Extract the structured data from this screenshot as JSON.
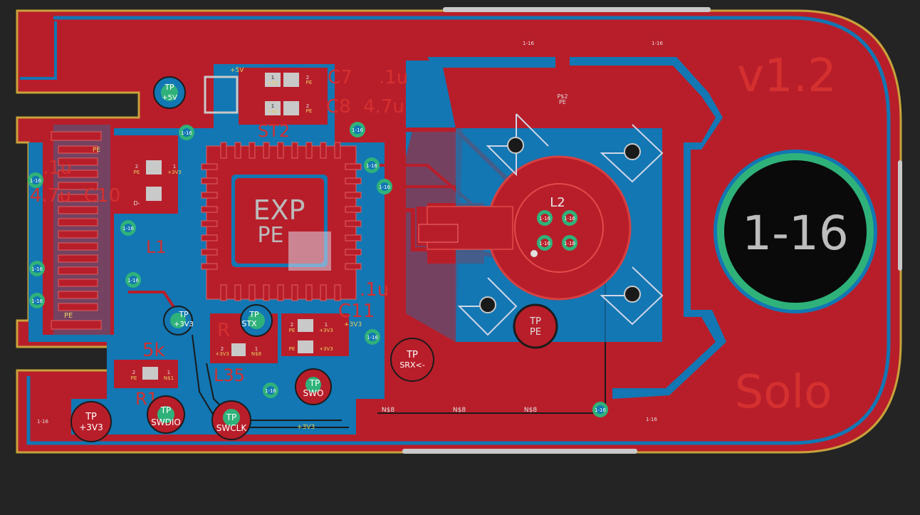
{
  "colors": {
    "background": "#242424",
    "board_outline": "#c7a33a",
    "top_copper": "#b81e2a",
    "bottom_copper": "#1277b3",
    "via_ring": "#2fb27a",
    "pad_silver": "#c9c9c9",
    "silk_red": "#d02020",
    "net_label": "#e8d060"
  },
  "board": {
    "version_label": "v1.2",
    "name_label": "Solo",
    "big_pad_net": "1-16",
    "chip_label": "EXP",
    "chip_pad_net": "PE",
    "inductor_label": "L2",
    "inductor_pad_label": "P$2",
    "inductor_pad_net": "PE",
    "connector_pad_net": "PE"
  },
  "silkscreen": {
    "c7": "C7",
    "c7_value": ".1u",
    "c8": "C8",
    "c8_value": "4.7u",
    "st2": "ST2",
    "c10": "C10",
    "c10_value_top": ".1u",
    "c10_value": "4.7u",
    "c11": "C11",
    "c11_value": ".1u",
    "r_label": "R",
    "five_k": "5k",
    "r1": "R1",
    "l35": "L35",
    "l1": "L1",
    "stx_label": "STX",
    "srx_label": "SRX<-"
  },
  "vias": [
    "1-16",
    "1-16",
    "1-16",
    "1-16",
    "1-16",
    "1-16",
    "1-16",
    "1-16",
    "1-16",
    "1-16",
    "1-16",
    "1-16",
    "1-16",
    "1-16",
    "1-16",
    "1-16",
    "1-16",
    "1-16",
    "1-16",
    "1-16"
  ],
  "test_points": [
    {
      "title": "TP",
      "net": "+5V"
    },
    {
      "title": "TP",
      "net": "+3V3"
    },
    {
      "title": "TP",
      "net": "STX"
    },
    {
      "title": "TP",
      "net": "SRX<-"
    },
    {
      "title": "TP",
      "net": "+3V3"
    },
    {
      "title": "TP",
      "net": "SWDIO"
    },
    {
      "title": "TP",
      "net": "SWCLK"
    },
    {
      "title": "TP",
      "net": "SWO"
    },
    {
      "title": "TP",
      "net": "PE"
    }
  ],
  "net_labels": {
    "plus5v": "+5V",
    "plus3v3": "+3V3",
    "n$8": "N$8",
    "n$1": "N$1",
    "pe": "PE",
    "d_minus": "D-"
  },
  "small_pads": {
    "pad1": "1",
    "pad2": "2"
  }
}
